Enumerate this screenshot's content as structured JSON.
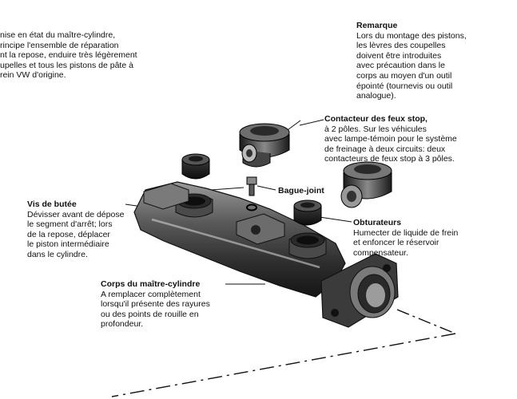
{
  "intro": {
    "lines": [
      "nise en état du maître-cylindre,",
      "rincipe l'ensemble de réparation",
      "nt la repose, enduire très légèrement",
      "upelles et tous les pistons de pâte à",
      "rein VW d'origine."
    ]
  },
  "remarque": {
    "title": "Remarque",
    "lines": [
      "Lors du montage des pistons,",
      "les lèvres des coupelles",
      "doivent être introduites",
      "avec précaution dans le",
      "corps au moyen d'un outil",
      "épointé (tournevis ou outil",
      "analogue)."
    ]
  },
  "contacteur": {
    "title": "Contacteur des feux stop,",
    "lines": [
      "à 2 pôles. Sur les véhicules",
      "avec lampe-témoin pour le système",
      "de freinage à deux circuits:  deux",
      "contacteurs de feux stop à 3 pôles."
    ]
  },
  "bague": {
    "title": "Bague-joint"
  },
  "vis": {
    "title": "Vis de butée",
    "lines": [
      "Dévisser avant de dépose",
      "le segment d'arrêt;  lors",
      "de la repose, déplacer",
      "le piston intermédiaire",
      "dans le cylindre."
    ]
  },
  "obturateurs": {
    "title": "Obturateurs",
    "lines": [
      "Humecter de liquide de frein",
      "et enfoncer le réservoir",
      "compensateur."
    ]
  },
  "corps": {
    "title": "Corps du maître-cylindre",
    "lines": [
      "A remplacer complètement",
      "lorsqu'il présente des rayures",
      "ou des points de rouille en",
      "profondeur."
    ]
  },
  "colors": {
    "ink": "#111111",
    "metal_dark": "#2a2a2a",
    "metal_mid": "#6a6a6a",
    "metal_light": "#bdbdbd"
  }
}
